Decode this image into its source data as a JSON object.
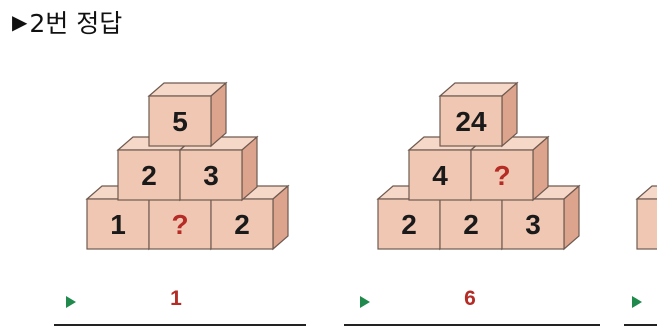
{
  "header": {
    "marker": "▶",
    "title": "2번 정답"
  },
  "colors": {
    "cube_front": "#f0c7b3",
    "cube_top": "#f6d8c8",
    "cube_side": "#dca48d",
    "cube_edge": "#6f5a50",
    "number": "#1a1a1a",
    "question": "#b52b25",
    "answer": "#b52b25",
    "marker": "#1f8a4c"
  },
  "puzzles": [
    {
      "name": "puzzle-1",
      "rows": [
        [
          "5"
        ],
        [
          "2",
          "3"
        ],
        [
          "1",
          "?",
          "2"
        ]
      ],
      "answer": "1"
    },
    {
      "name": "puzzle-2",
      "rows": [
        [
          "24"
        ],
        [
          "4",
          "?"
        ],
        [
          "2",
          "2",
          "3"
        ]
      ],
      "answer": "6"
    },
    {
      "name": "puzzle-3-partial",
      "rows": [
        [],
        [],
        [
          "",
          "",
          ""
        ]
      ],
      "answer": ""
    }
  ]
}
